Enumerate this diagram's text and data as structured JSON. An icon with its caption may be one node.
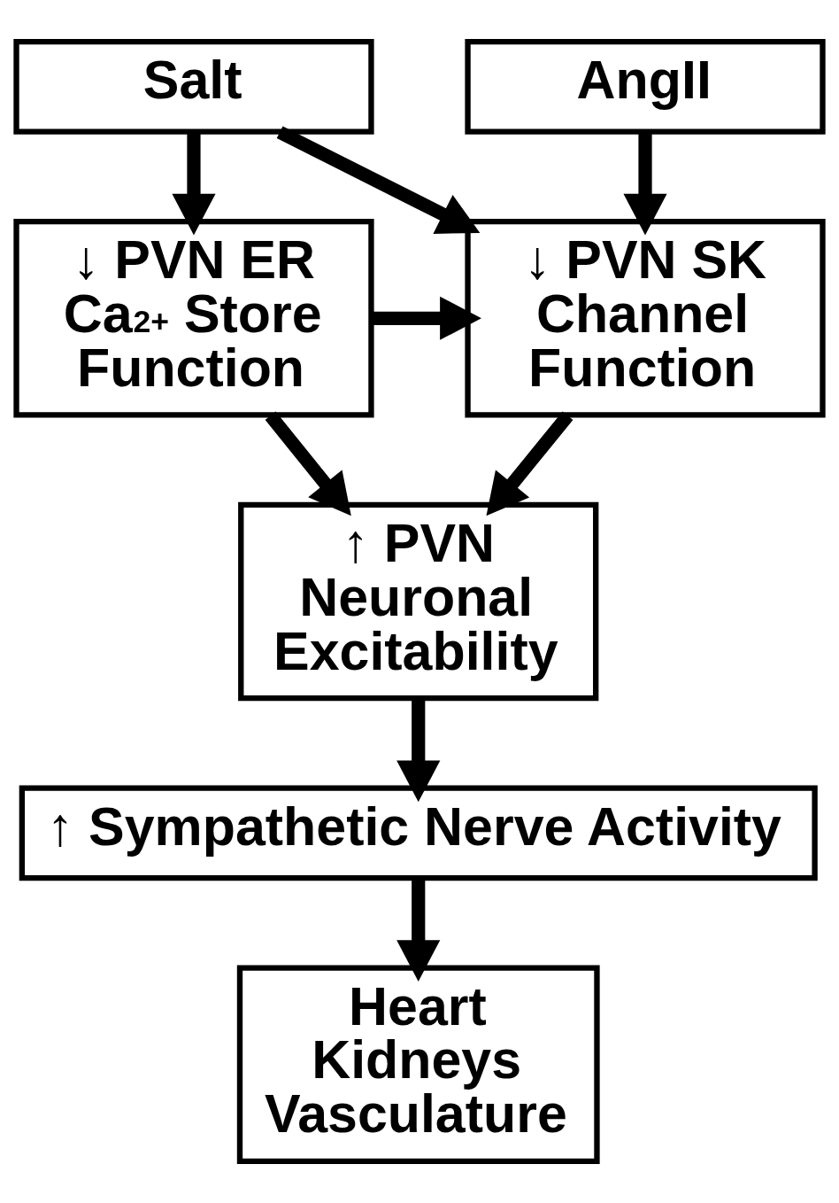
{
  "diagram": {
    "nodes": [
      {
        "text": [
          "Salt"
        ]
      },
      {
        "text": [
          "AngII"
        ]
      },
      {
        "text": [
          "↓ PVN ER Ca$^{2+}$ Store Function"
        ]
      },
      {
        "text": [
          "↓ PVN SK Channel Function"
        ]
      },
      {
        "text": [
          "↑ PVN Neuronal Excitability"
        ]
      },
      {
        "text": [
          "↑ Sympathetic Nerve Activity"
        ]
      },
      {
        "text": [
          "Heart",
          "Kidneys",
          "Vasculature"
        ]
      }
    ],
    "edges": [
      {
        "from": 0,
        "to": 2,
        "arrow": "to"
      },
      {
        "from": 0,
        "to": 3,
        "arrow": "to"
      },
      {
        "from": 1,
        "to": 3,
        "arrow": "to"
      },
      {
        "from": 2,
        "to": 3,
        "arrow": "to"
      },
      {
        "from": 2,
        "to": 4,
        "arrow": "to"
      },
      {
        "from": 3,
        "to": 4,
        "arrow": "to"
      },
      {
        "from": 4,
        "to": 5,
        "arrow": "to"
      },
      {
        "from": 5,
        "to": 6,
        "arrow": "to"
      }
    ]
  }
}
